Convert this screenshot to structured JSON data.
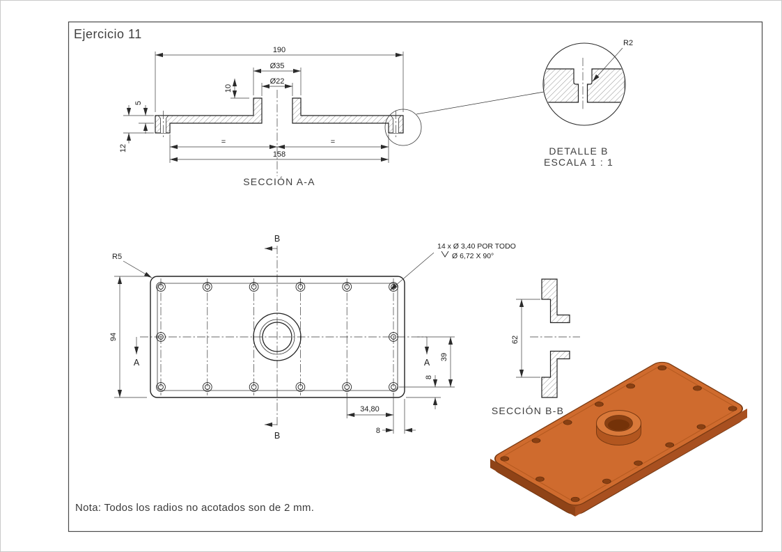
{
  "title": "Ejercicio 11",
  "note": "Nota: Todos los radios no acotados son de 2 mm.",
  "section_aa": {
    "caption": "SECCIÓN A-A",
    "dim_190": "190",
    "dim_d35": "Ø35",
    "dim_d22": "Ø22",
    "dim_10": "10",
    "dim_5": "5",
    "dim_12": "12",
    "dim_158": "158",
    "eq_left": "=",
    "eq_right": "="
  },
  "detail_b": {
    "caption_line1": "DETALLE B",
    "caption_line2": "ESCALA 1 : 1",
    "dim_r2": "R2"
  },
  "plan_view": {
    "dim_r5": "R5",
    "dim_94": "94",
    "dim_39": "39",
    "dim_8_right": "8",
    "dim_8_bottom": "8",
    "dim_34_80": "34,80",
    "holes_note_line1": "14 x Ø 3,40 POR TODO",
    "holes_note_line2": "Ø 6,72 X 90°",
    "section_b_top": "B",
    "section_b_bottom": "B",
    "section_a_left": "A",
    "section_a_right": "A"
  },
  "section_bb": {
    "caption": "SECCIÓN B-B",
    "dim_62": "62"
  },
  "colors": {
    "part_top": "#cf6b2e",
    "part_bottom": "#9c4a1b",
    "part_side_left": "#8f4317",
    "part_side_right": "#a85020",
    "part_edge": "#7a3a12",
    "boss_top": "#d9793a",
    "boss_side": "#b2561f",
    "hole_dark": "#8a4012",
    "line": "#2b2b2b"
  }
}
